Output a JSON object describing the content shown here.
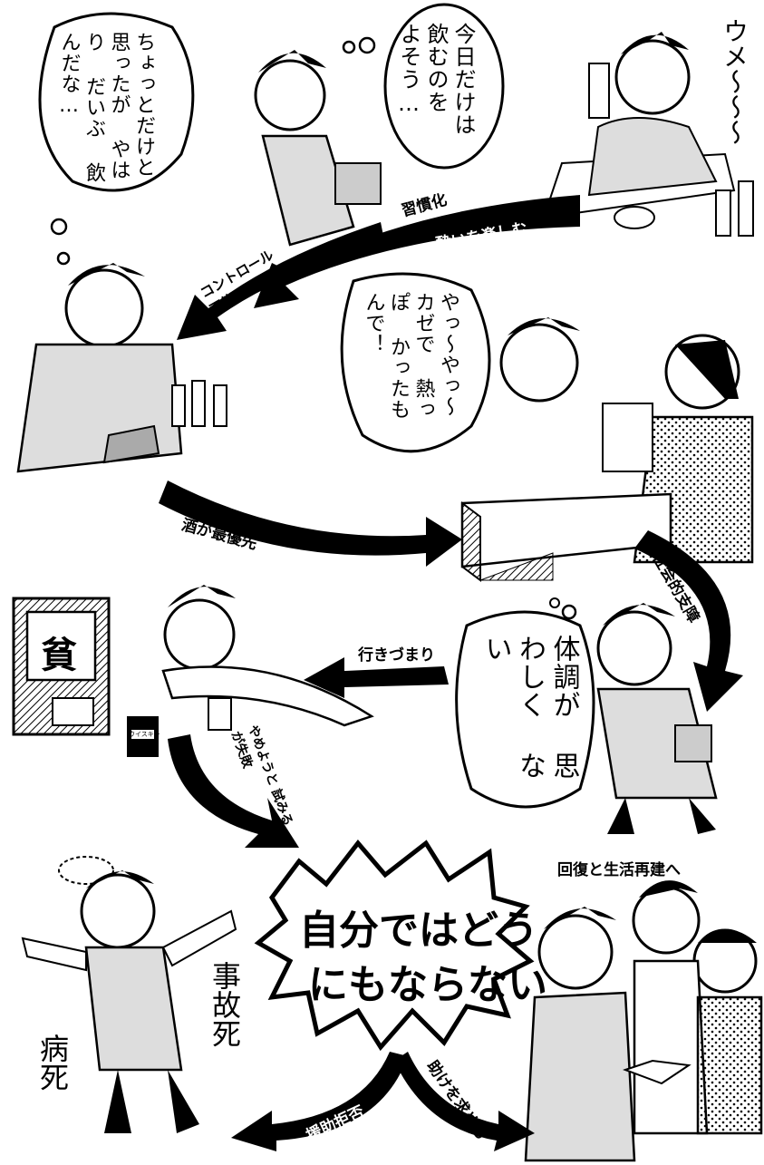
{
  "scenes": {
    "enjoy": {
      "bubble": "今日だけは 飲むのを よそう…",
      "sound": "ウメ〜〜〜"
    },
    "lose_control": {
      "bubble": "ちょっとだけと 思ったが やはり だいぶ 飲んだな…"
    },
    "work": {
      "bubble": "やっ〜やっ〜 カゼで 熱っぽ かったもんで！"
    },
    "unwell": {
      "bubble": "体調が 思わしく ない"
    }
  },
  "arrows": {
    "habit": "習慣化",
    "enjoy_drunk": "酔いを楽しむ",
    "loss_control": "コントロール 不能",
    "alcohol_priority": "酒が最優先",
    "social_trouble": "社会的支障",
    "dead_end": "行きづまり",
    "try_quit": "やめようと 試みるが失敗",
    "refuse": "援助拒否",
    "seek_help": "助けを求める"
  },
  "center": {
    "line1": "自分ではどう",
    "line2": "にもならない"
  },
  "outcomes": {
    "illness_death": "病死",
    "accident_death": "事故死",
    "recovery": "回復と生活再建へ"
  },
  "tv": {
    "screen_char": "貧"
  },
  "bottle_label": "ウイスキー"
}
